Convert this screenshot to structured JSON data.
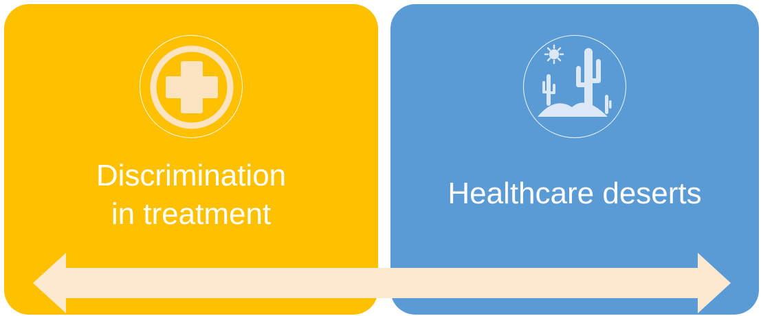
{
  "colors": {
    "left_card": "#FFC000",
    "right_card": "#5B9BD5",
    "arrow": "#FDE9D0",
    "icon_fill": "#FCE4C2",
    "right_icon_fill": "#DCE8F5"
  },
  "left_card": {
    "icon": "medical-cross-icon",
    "title_line1": "Discrimination",
    "title_line2": "in treatment"
  },
  "right_card": {
    "icon": "desert-cactus-icon",
    "title": "Healthcare deserts"
  },
  "arrow": {
    "icon": "double-headed-arrow"
  }
}
